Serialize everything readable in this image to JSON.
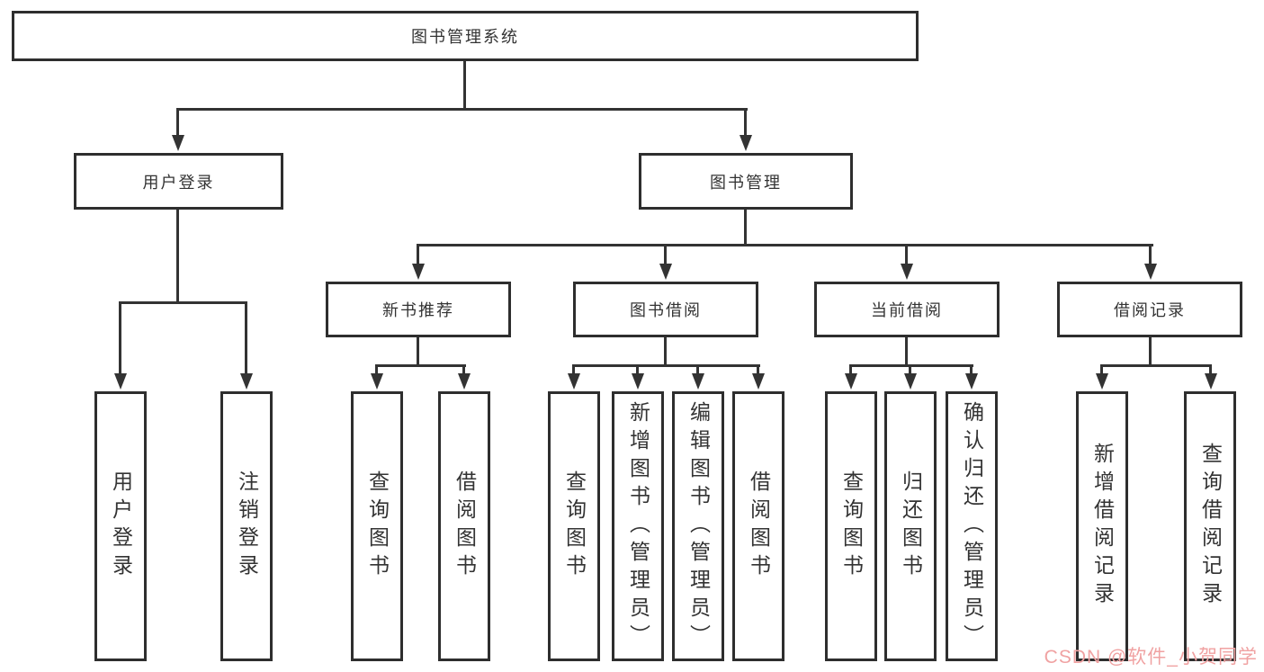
{
  "diagram": {
    "title": "图书管理系统",
    "user_login_branch": {
      "label": "用户登录",
      "children": {
        "login": "用户登录",
        "logout": "注销登录"
      }
    },
    "book_mgmt_branch": {
      "label": "图书管理",
      "new_book_rec": {
        "label": "新书推荐",
        "children": {
          "query_books": "查询图书",
          "borrow_books": "借阅图书"
        }
      },
      "book_borrow": {
        "label": "图书借阅",
        "children": {
          "query_books": "查询图书",
          "add_books": "新增图书（管理员）",
          "edit_books": "编辑图书（管理员）",
          "borrow_books": "借阅图书"
        }
      },
      "current_borrow": {
        "label": "当前借阅",
        "children": {
          "query_books": "查询图书",
          "return_books": "归还图书",
          "confirm_return": "确认归还（管理员）"
        }
      },
      "borrow_records": {
        "label": "借阅记录",
        "children": {
          "add_record": "新增借阅记录",
          "query_record": "查询借阅记录"
        }
      }
    }
  },
  "watermark": "CSDN @软件_小贺同学",
  "colors": {
    "line": "#333333",
    "border": "#2e2e2e",
    "text": "#333333",
    "watermark": "#f0a2a2",
    "background": "#ffffff"
  }
}
